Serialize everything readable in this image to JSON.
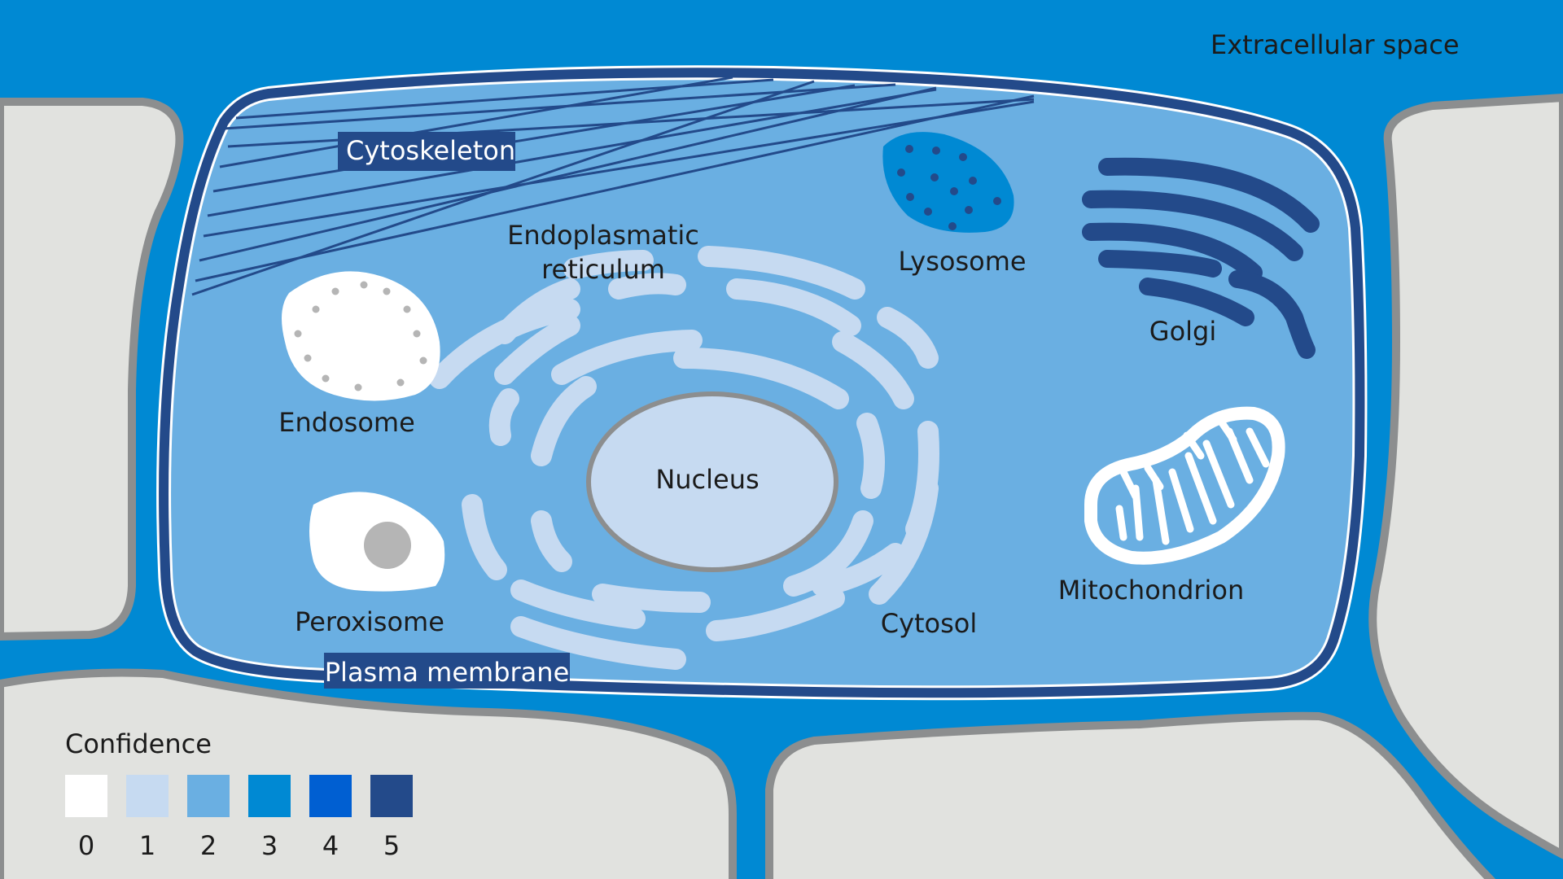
{
  "labels": {
    "extracellular": "Extracellular space",
    "cytoskeleton": "Cytoskeleton",
    "er_line1": "Endoplasmatic",
    "er_line2": "reticulum",
    "lysosome": "Lysosome",
    "golgi": "Golgi",
    "endosome": "Endosome",
    "nucleus": "Nucleus",
    "peroxisome": "Peroxisome",
    "mitochondrion": "Mitochondrion",
    "cytosol": "Cytosol",
    "plasma_membrane": "Plasma membrane"
  },
  "legend": {
    "title": "Confidence",
    "levels": [
      {
        "label": "0",
        "color": "#ffffff"
      },
      {
        "label": "1",
        "color": "#c6daf1"
      },
      {
        "label": "2",
        "color": "#6aafe2"
      },
      {
        "label": "3",
        "color": "#0089d3"
      },
      {
        "label": "4",
        "color": "#005fd2"
      },
      {
        "label": "5",
        "color": "#234a8a"
      }
    ]
  },
  "colors": {
    "extracellular": "#0089d3",
    "cytosol": "#6aafe2",
    "membrane": "#234a8a",
    "neighbor_cell": "#e1e2df",
    "neighbor_border": "#8c8e8f"
  }
}
